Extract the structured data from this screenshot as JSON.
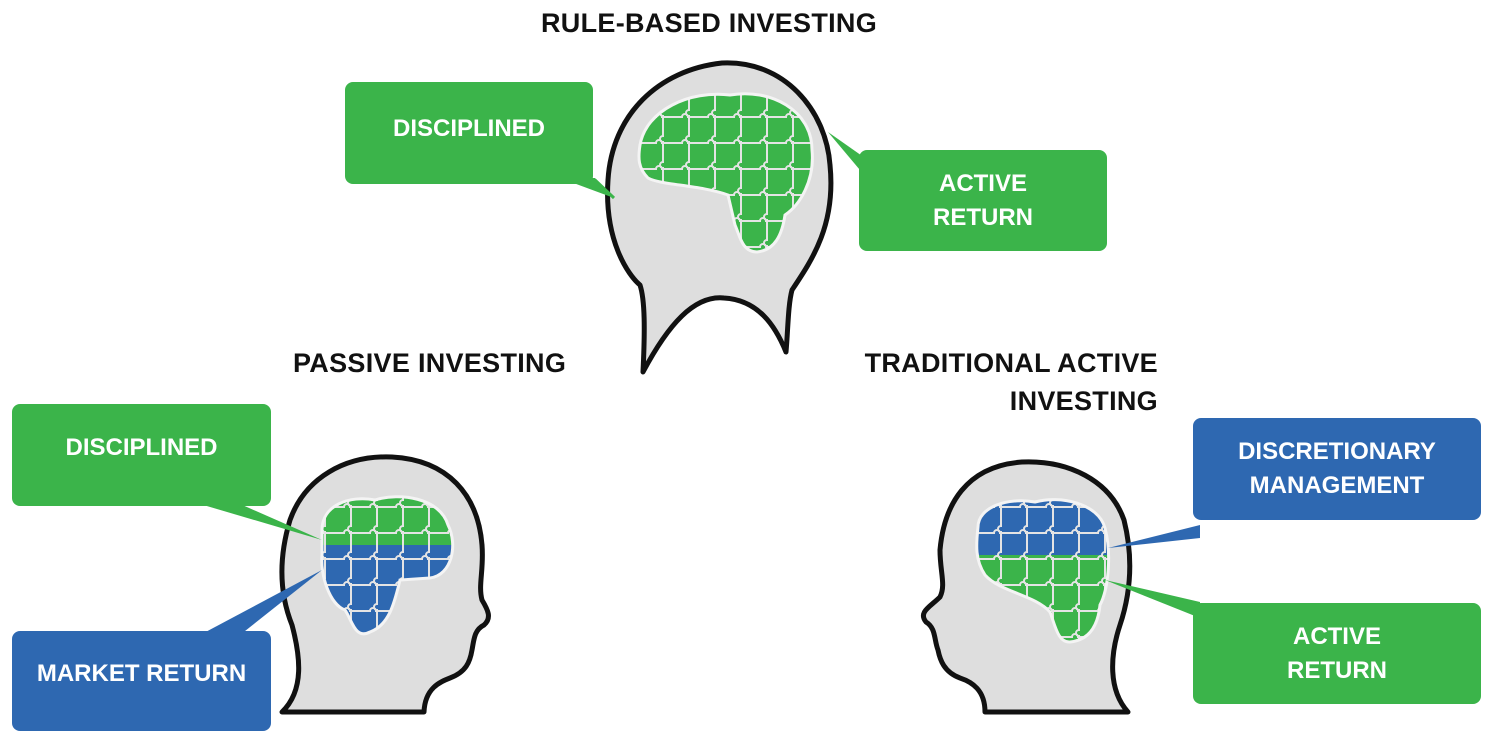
{
  "headings": {
    "rule_based": "RULE-BASED INVESTING",
    "passive": "PASSIVE INVESTING",
    "traditional_line1": "TRADITIONAL ACTIVE",
    "traditional_line2": "INVESTING"
  },
  "labels": {
    "top_disciplined": "DISCIPLINED",
    "top_active_line1": "ACTIVE",
    "top_active_line2": "RETURN",
    "left_disciplined": "DISCIPLINED",
    "left_market_return": "MARKET RETURN",
    "right_discretionary_line1": "DISCRETIONARY",
    "right_discretionary_line2": "MANAGEMENT",
    "right_active_line1": "ACTIVE",
    "right_active_line2": "RETURN"
  },
  "colors": {
    "green": "#3bb44a",
    "blue": "#2e68b1",
    "head_fill": "#dedede",
    "outline": "#111111"
  }
}
